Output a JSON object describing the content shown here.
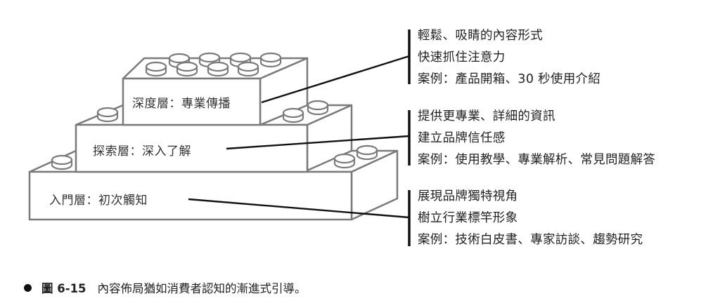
{
  "layers": [
    {
      "label": "深度層：專業傳播",
      "points": [
        "輕鬆、吸睛的內容形式",
        "快速抓住注意力",
        "案例：產品開箱、30 秒使用介紹"
      ]
    },
    {
      "label": "探索層：深入了解",
      "points": [
        "提供更專業、詳細的資訊",
        "建立品牌信任感",
        "案例：使用教學、專業解析、常見問題解答"
      ]
    },
    {
      "label": "入門層：初次觸知",
      "points": [
        "展現品牌獨特視角",
        "樹立行業標竿形象",
        "案例：技術白皮書、專家訪談、趨勢研究"
      ]
    }
  ],
  "caption": {
    "number": "圖 6-15",
    "text": "內容佈局猶如消費者認知的漸進式引導。"
  },
  "colors": {
    "brick_stroke": "#7a7a7a",
    "line": "#111111"
  }
}
